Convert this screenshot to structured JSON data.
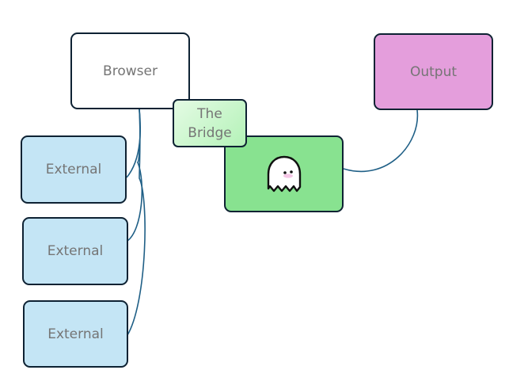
{
  "diagram": {
    "nodes": {
      "browser": {
        "label": "Browser",
        "fill": "#ffffff"
      },
      "bridge": {
        "label_line1": "The",
        "label_line2": "Bridge",
        "fill": "#c8f5cc"
      },
      "agent": {
        "label": "",
        "icon": "ghost-icon",
        "fill": "#88e290"
      },
      "output": {
        "label": "Output",
        "fill": "#e49edc"
      },
      "externals": [
        {
          "label": "External",
          "fill": "#c4e5f5"
        },
        {
          "label": "External",
          "fill": "#c4e5f5"
        },
        {
          "label": "External",
          "fill": "#c4e5f5"
        }
      ]
    },
    "edges": [
      {
        "from": "browser",
        "to": "external-1"
      },
      {
        "from": "browser",
        "to": "external-2"
      },
      {
        "from": "browser",
        "to": "external-3"
      },
      {
        "from": "output",
        "to": "agent"
      }
    ],
    "colors": {
      "node_border": "#0e2233",
      "edge": "#1f5f86",
      "label_text": "#757575"
    }
  }
}
